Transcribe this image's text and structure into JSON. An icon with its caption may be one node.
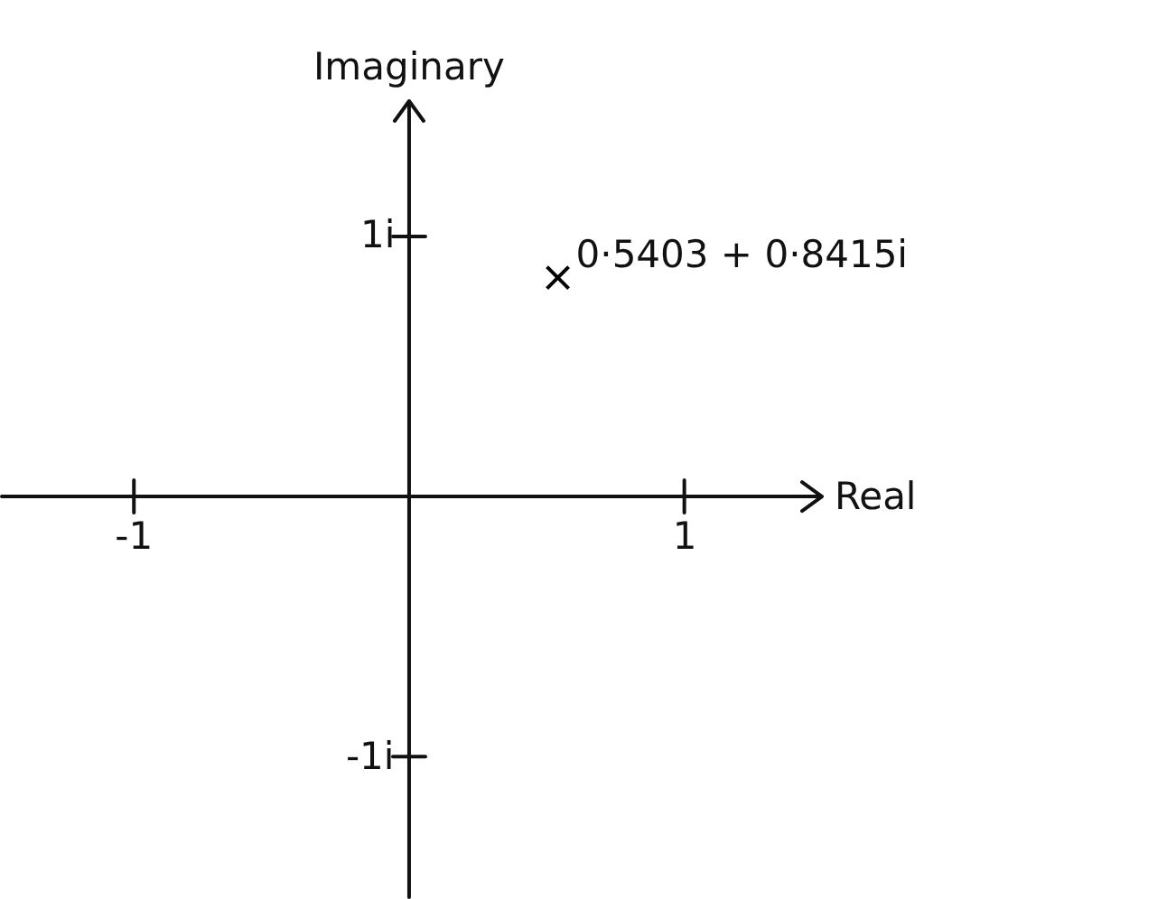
{
  "diagram": {
    "chart_data": {
      "type": "scatter",
      "xlabel": "Real",
      "ylabel": "Imaginary",
      "xlim": [
        -1.48,
        1.5
      ],
      "ylim": [
        -1.54,
        1.52
      ],
      "xticks": [
        {
          "value": -1,
          "label": "-1"
        },
        {
          "value": 1,
          "label": "1"
        }
      ],
      "yticks": [
        {
          "value": 1,
          "label": "1i"
        },
        {
          "value": -1,
          "label": "-1i"
        }
      ],
      "x": [
        0.5403
      ],
      "series": [
        {
          "color": "#000000",
          "values": [
            0.8415
          ]
        }
      ],
      "annotations": [
        "0·5403 + 0·8415i"
      ]
    }
  }
}
